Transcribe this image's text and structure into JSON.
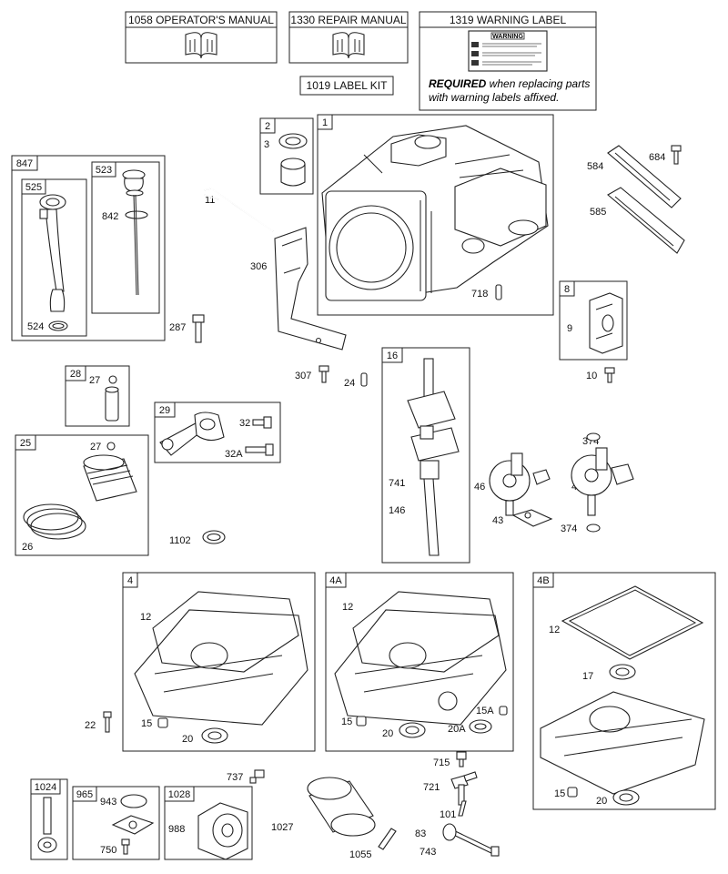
{
  "header": {
    "operators_manual": "1058 OPERATOR'S MANUAL",
    "repair_manual": "1330 REPAIR MANUAL",
    "warning_label": "1319 WARNING LABEL",
    "warning_word": "WARNING",
    "label_kit": "1019 LABEL KIT",
    "required_bold": "REQUIRED",
    "required_line1_rest": " when replacing parts",
    "required_line2": "with warning labels affixed."
  },
  "boxes": {
    "b847": "847",
    "b523": "523",
    "b525": "525",
    "b2": "2",
    "b1": "1",
    "b8": "8",
    "b28": "28",
    "b29": "29",
    "b25": "25",
    "b16": "16",
    "b4": "4",
    "b4A": "4A",
    "b4B": "4B",
    "b1024": "1024",
    "b965": "965",
    "b1028": "1028"
  },
  "labels": {
    "l3": "3",
    "l11": "11",
    "l842": "842",
    "l306": "306",
    "l524": "524",
    "l287": "287",
    "l718": "718",
    "l584": "584",
    "l684": "684",
    "l585": "585",
    "l9": "9",
    "l10": "10",
    "l307": "307",
    "l24": "24",
    "l27a": "27",
    "l32": "32",
    "l32A": "32A",
    "l27b": "27",
    "l26": "26",
    "l1102": "1102",
    "l741": "741",
    "l146": "146",
    "l374a": "374",
    "l46": "46",
    "l46A": "46A",
    "l43": "43",
    "l374b": "374",
    "l12a": "12",
    "l22": "22",
    "l15a": "15",
    "l20a": "20",
    "l12b": "12",
    "l15b": "15",
    "l20b": "20",
    "l20A": "20A",
    "l15A": "15A",
    "l12c": "12",
    "l17": "17",
    "l15c": "15",
    "l20c": "20",
    "l737": "737",
    "l715": "715",
    "l721": "721",
    "l943": "943",
    "l988": "988",
    "l1027": "1027",
    "l101": "101",
    "l83": "83",
    "l750": "750",
    "l1055": "1055",
    "l743": "743"
  },
  "icons": {
    "manual": "open-book-icon",
    "warning": "warning-label-icon"
  }
}
